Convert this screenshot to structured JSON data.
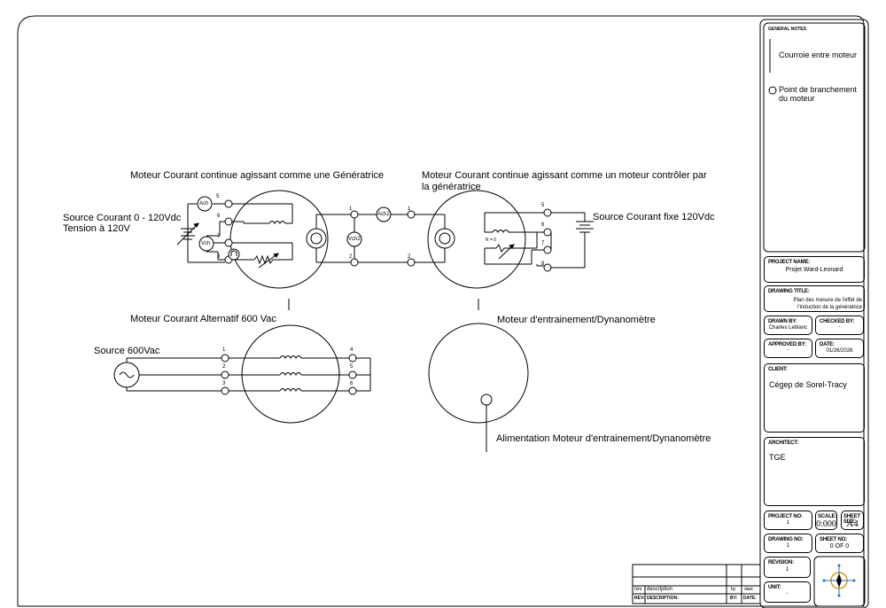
{
  "labels": {
    "generator_title": "Moteur Courant continue agissant comme une Génératrice",
    "motor_title": "Moteur Courant continue agissant comme un moteur contrôler par la génératrice",
    "source_variable_line1": "Source Courant  0 - 120Vdc",
    "source_variable_line2": "Tension  à 120V",
    "source_fixed": "Source Courant fixe 120Vdc",
    "ac_motor": "Moteur Courant Alternatif 600 Vac",
    "drive_motor": "Moteur d'entrainement/Dynanomètre",
    "source_600": "Source 600Vac",
    "drive_supply": "Alimentation Moteur d'entrainement/Dynanomètre",
    "resistance": "R = 0"
  },
  "meters": {
    "ach": "Ach",
    "vch": "Vch",
    "vch2": "Vch2",
    "ach2": "Ach2"
  },
  "terminals": {
    "gen": [
      "5",
      "6",
      "7",
      "8"
    ],
    "link_left": [
      "1",
      "2"
    ],
    "link_right": [
      "1",
      "2"
    ],
    "motor": [
      "5",
      "6",
      "7",
      "8"
    ],
    "ac_left": [
      "1",
      "2",
      "3"
    ],
    "ac_right": [
      "4",
      "5",
      "6"
    ]
  },
  "title_block": {
    "general_notes_head": "GENERAL NOTES",
    "note_belt": "Courroie entre moteur",
    "note_point_line1": "Point de branchement",
    "note_point_line2": "du moteur",
    "project_name_head": "PROJECT NAME:",
    "project_name": "Projet Ward-Leonard",
    "drawing_title_head": "DRAWING TITLE:",
    "drawing_title_line1": "Plan des mesure de l'effet de",
    "drawing_title_line2": "l'induction de la génératrice",
    "drawn_by_head": "DRAWN BY:",
    "drawn_by": "Charles Leblanc",
    "checked_by_head": "CHECKED BY:",
    "checked_by": "-",
    "approved_by_head": "APPROVED BY:",
    "approved_by": "-",
    "date_head": "DATE:",
    "date": "01/26/2026",
    "client_head": "CLIENT:",
    "client": "Cégep de Sorel-Tracy",
    "architect_head": "ARCHITECT:",
    "architect": "TGE",
    "project_no_head": "PROJECT NO:",
    "project_no": "1",
    "scale_head": "SCALE:",
    "scale": "0:000",
    "sheet_size_head": "SHEET SIZE:",
    "sheet_size": "A4",
    "drawing_no_head": "DRAWING NO:",
    "drawing_no": "1",
    "sheet_no_head": "SHEET NO:",
    "sheet_no": "0 OF 0",
    "revision_head": "REVISION:",
    "revision": "1",
    "unit_head": "UNIT:",
    "unit": "-"
  },
  "revision_table": {
    "row_rev": "rev",
    "row_description": "description",
    "row_by": "by",
    "row_date": "date",
    "head_rev": "REV:",
    "head_description": "DESCRIPTION:",
    "head_by": "BY:",
    "head_date": "DATE:"
  }
}
